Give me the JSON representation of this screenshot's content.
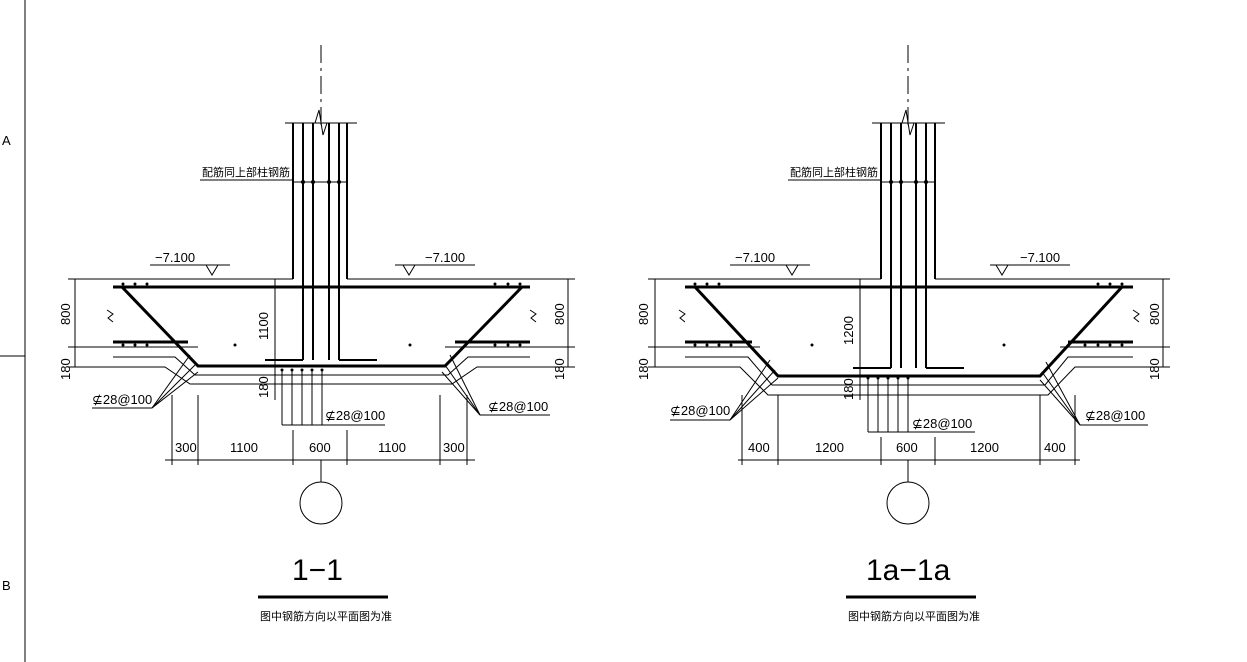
{
  "border_labels": {
    "a": "A",
    "b": "B"
  },
  "left": {
    "rebar_note": "配筋同上部柱钢筋",
    "elev_left": "−7.100",
    "elev_right": "−7.100",
    "dim_800_l": "800",
    "dim_180_l": "180",
    "dim_800_r": "800",
    "dim_180_r": "180",
    "dim_col": "1100",
    "dim_col_180": "180",
    "rebar_left": "⊈28@100",
    "rebar_center": "⊈28@100",
    "rebar_right": "⊈28@100",
    "bottom_dims": [
      "300",
      "1100",
      "600",
      "1100",
      "300"
    ],
    "section_title": "1−1",
    "note": "图中钢筋方向以平面图为准"
  },
  "right": {
    "rebar_note": "配筋同上部柱钢筋",
    "elev_left": "−7.100",
    "elev_right": "−7.100",
    "dim_800_l": "800",
    "dim_180_l": "180",
    "dim_800_r": "800",
    "dim_180_r": "180",
    "dim_col": "1200",
    "dim_col_180": "180",
    "rebar_left": "⊈28@100",
    "rebar_center": "⊈28@100",
    "rebar_right": "⊈28@100",
    "bottom_dims": [
      "400",
      "1200",
      "600",
      "1200",
      "400"
    ],
    "section_title": "1a−1a",
    "note": "图中钢筋方向以平面图为准"
  }
}
